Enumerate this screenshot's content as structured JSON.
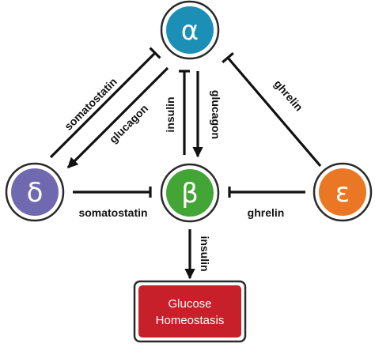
{
  "cells": {
    "alpha": {
      "symbol": "α",
      "color": "#1b8fb5"
    },
    "beta": {
      "symbol": "β",
      "color": "#43a536"
    },
    "delta": {
      "symbol": "δ",
      "color": "#7169b0"
    },
    "epsilon": {
      "symbol": "ε",
      "color": "#ea7724"
    }
  },
  "labels": {
    "somatostatin_to_alpha": "somatostatin",
    "glucagon_to_delta": "glucagon",
    "insulin_to_alpha": "insulin",
    "glucagon_to_beta": "glucagon",
    "ghrelin_to_alpha": "ghrelin",
    "somatostatin_to_beta": "somatostatin",
    "ghrelin_to_beta": "ghrelin",
    "insulin_to_output": "insulin"
  },
  "output": {
    "line1": "Glucose",
    "line2": "Homeostasis",
    "color": "#c8202a"
  }
}
